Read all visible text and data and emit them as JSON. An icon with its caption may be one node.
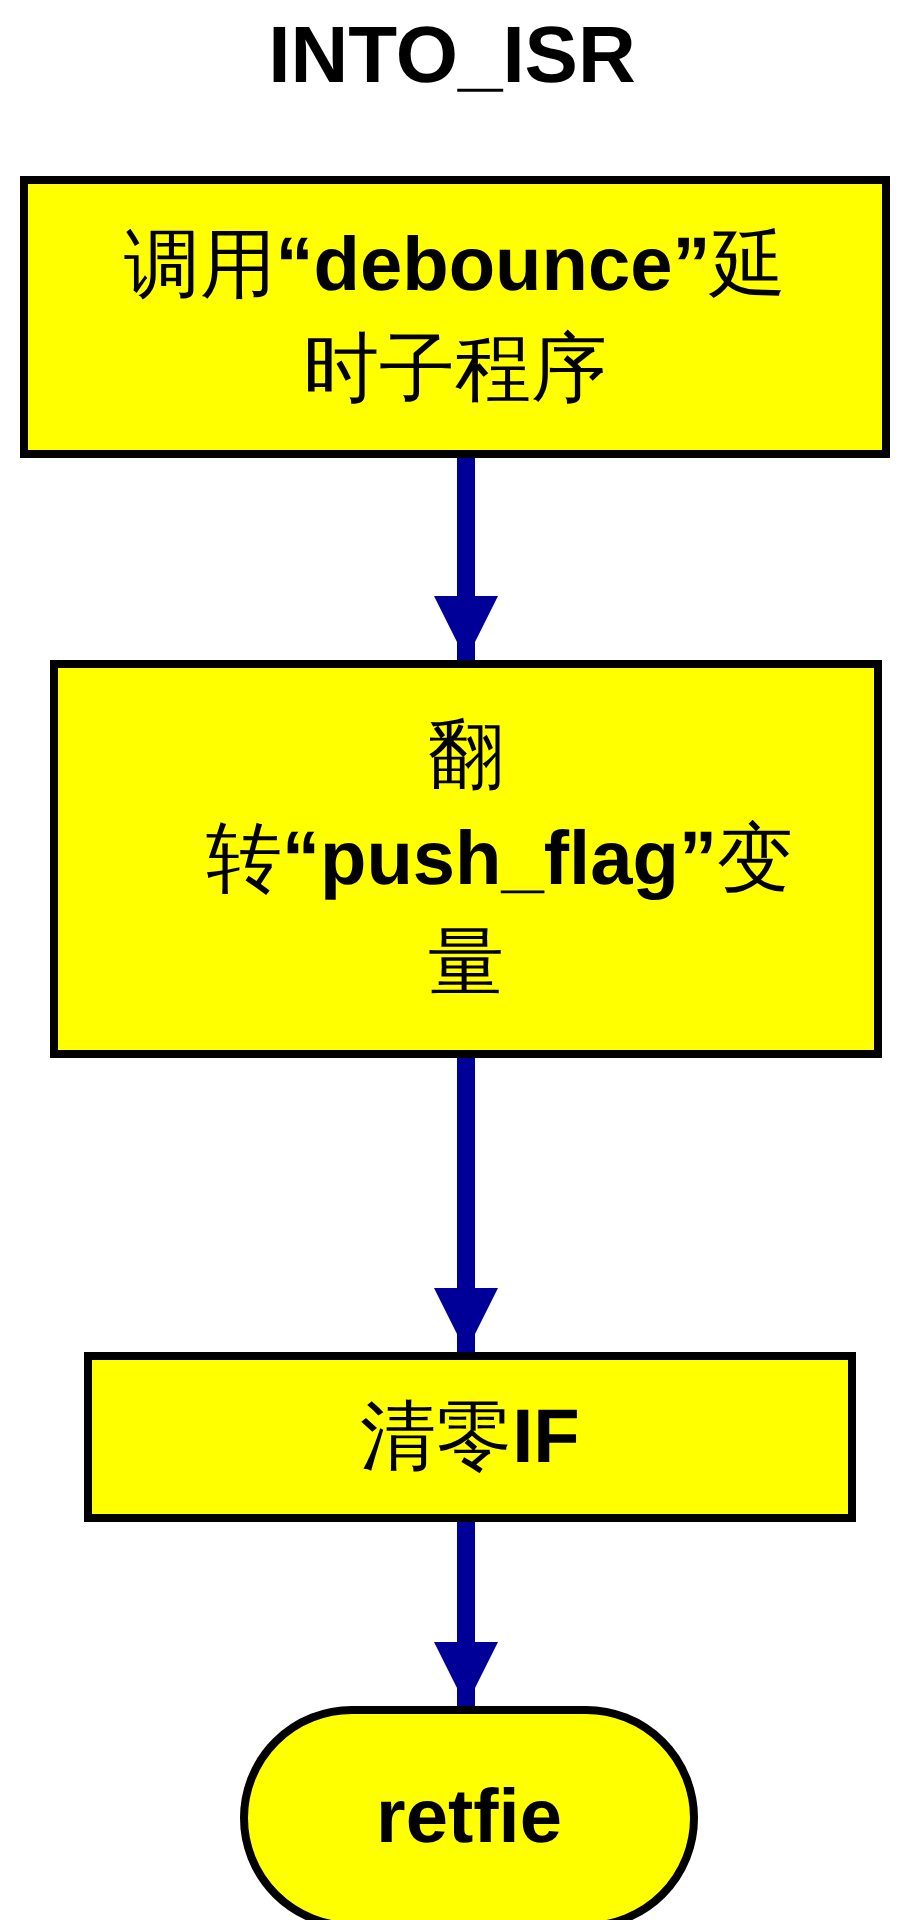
{
  "diagram": {
    "title": "INTO_ISR",
    "nodes": [
      {
        "text": [
          "调用**“debounce”**延时子程序"
        ]
      },
      {
        "text": [
          "翻转**“push_flag”**变量"
        ]
      },
      {
        "text": [
          "清零**IF**"
        ]
      },
      {
        "text": [
          "retfie"
        ]
      }
    ],
    "edges": [
      {
        "from": 0,
        "to": 1,
        "arrow": "to"
      },
      {
        "from": 1,
        "to": 2,
        "arrow": "to"
      },
      {
        "from": 2,
        "to": 3,
        "arrow": "to"
      }
    ]
  }
}
